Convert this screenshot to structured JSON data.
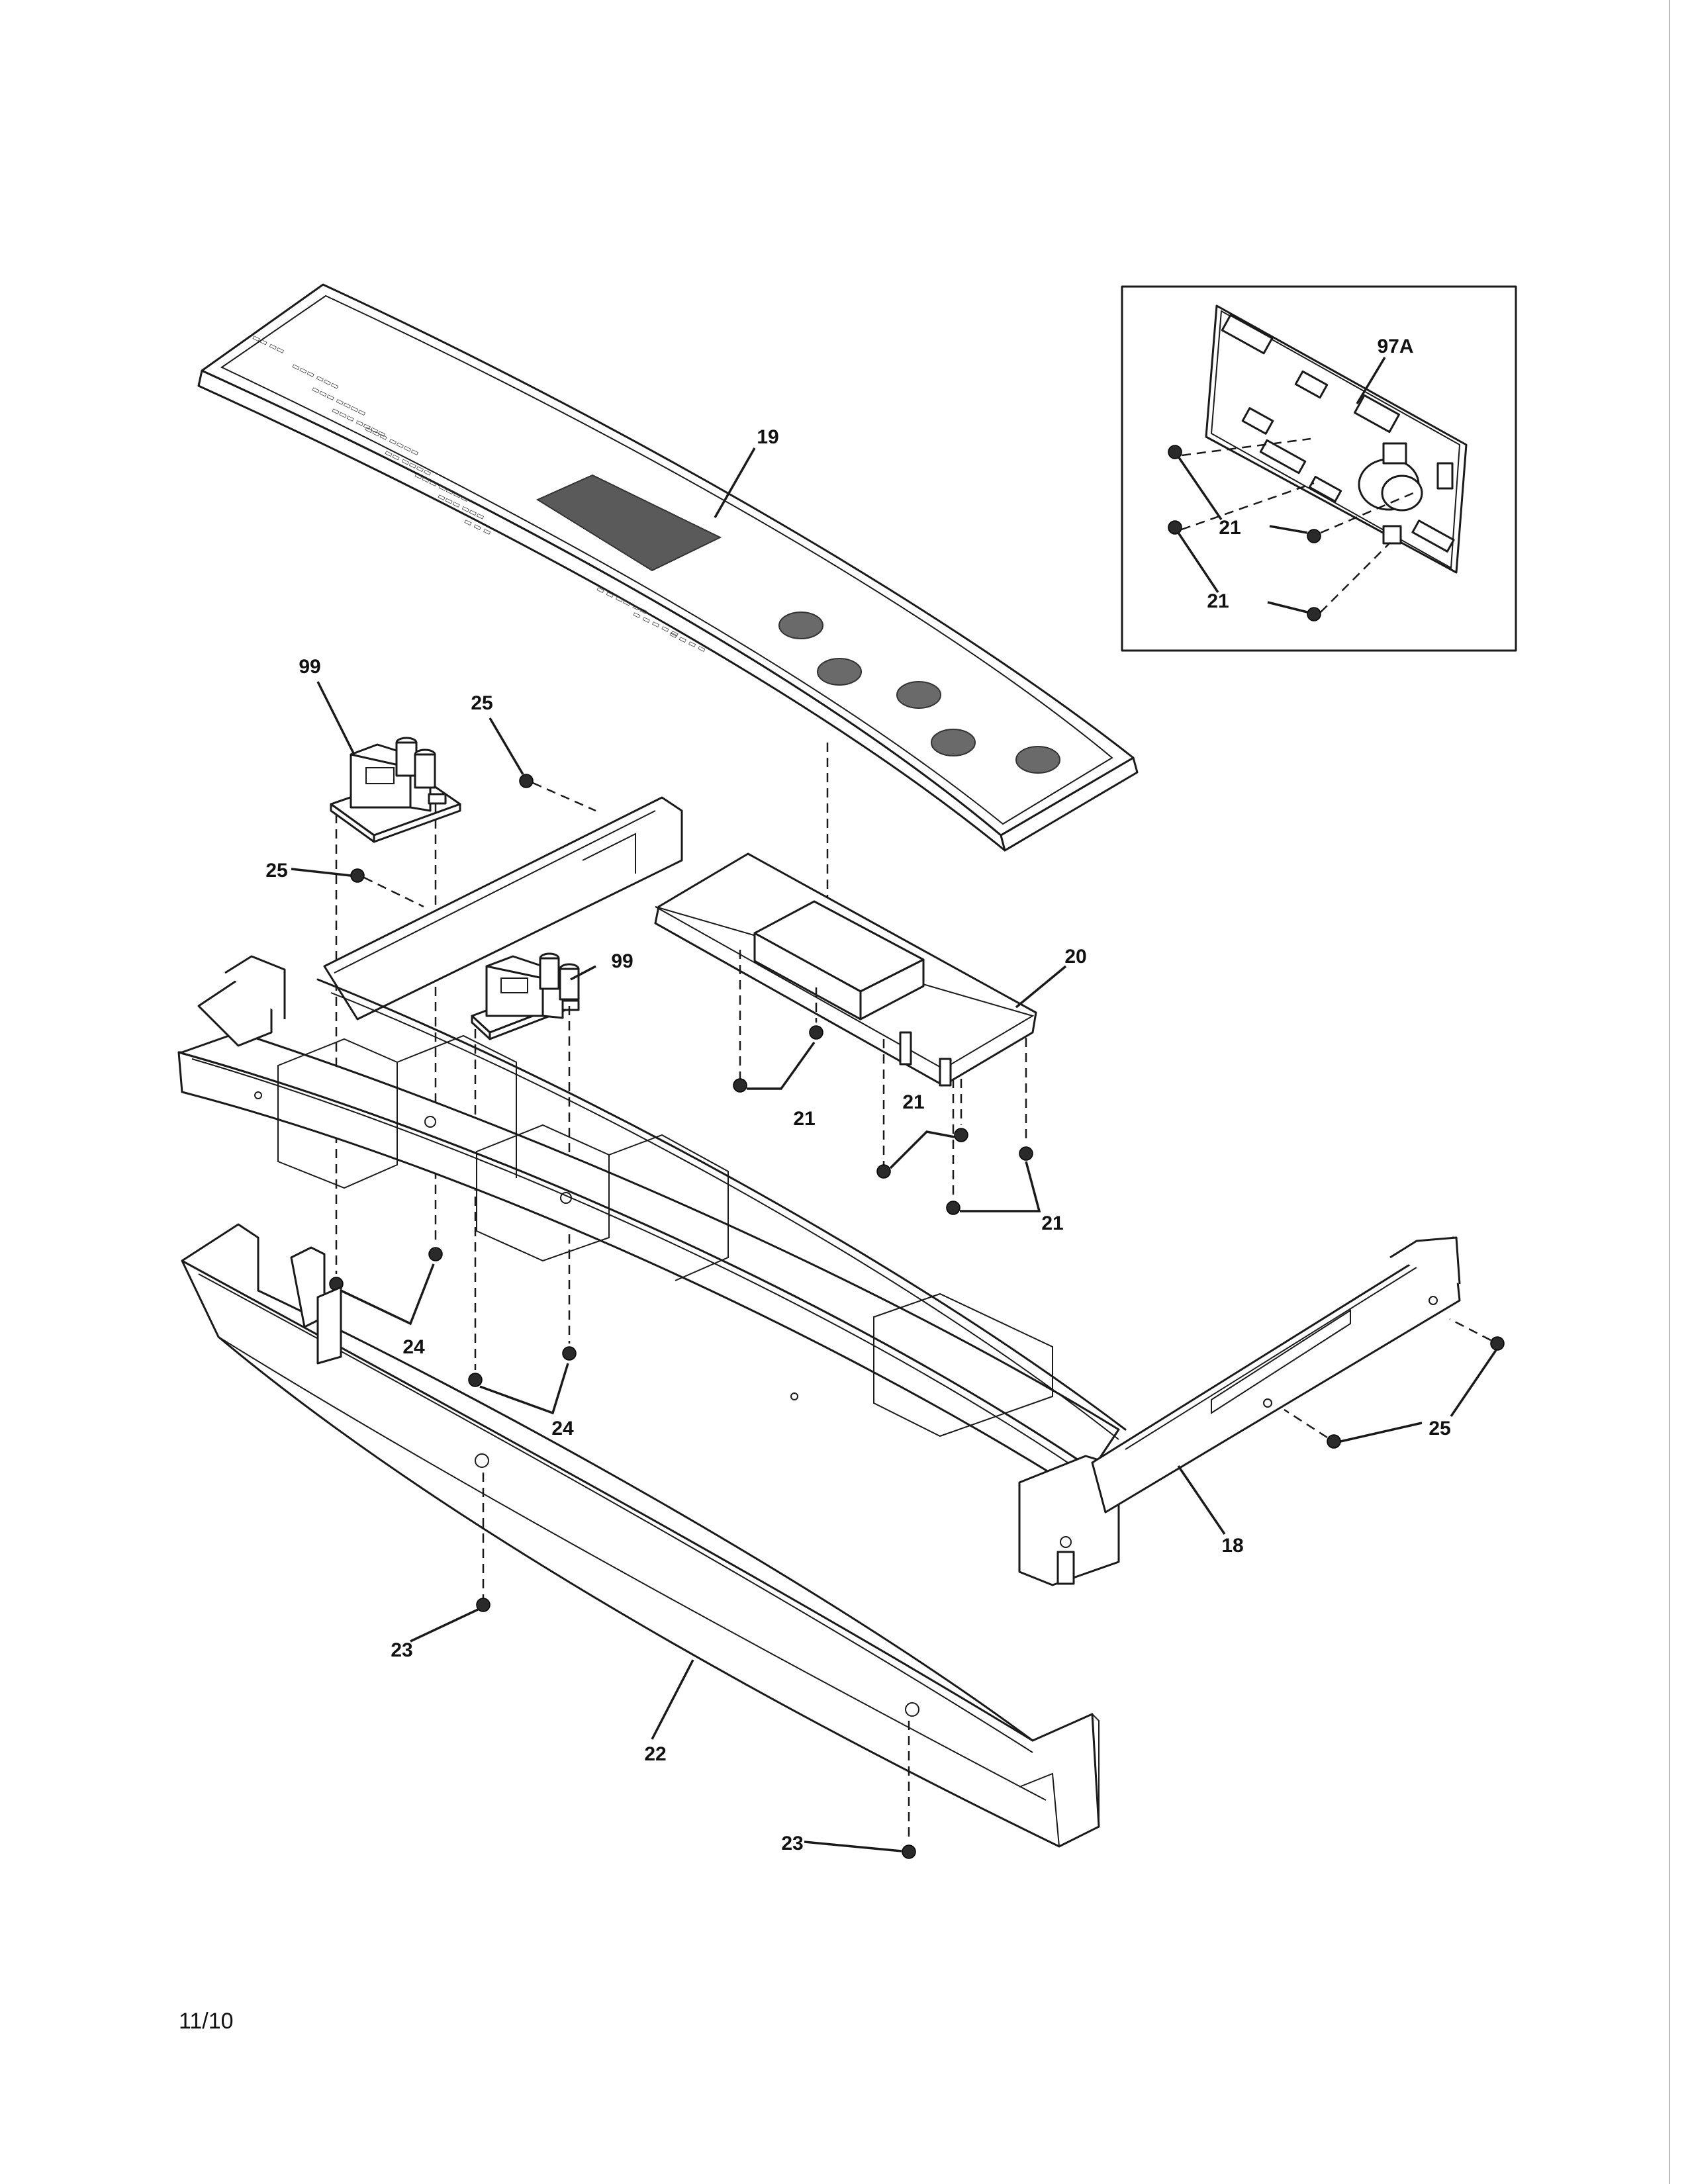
{
  "footer": {
    "date": "11/10"
  },
  "callouts": {
    "c18": "18",
    "c19": "19",
    "c20": "20",
    "c21": "21",
    "c22": "22",
    "c23": "23",
    "c24": "24",
    "c25": "25",
    "c97A": "97A",
    "c99": "99"
  },
  "colors": {
    "line": "#1a1a1a",
    "display": "#5a5a5a",
    "button": "#6a6a6a"
  }
}
